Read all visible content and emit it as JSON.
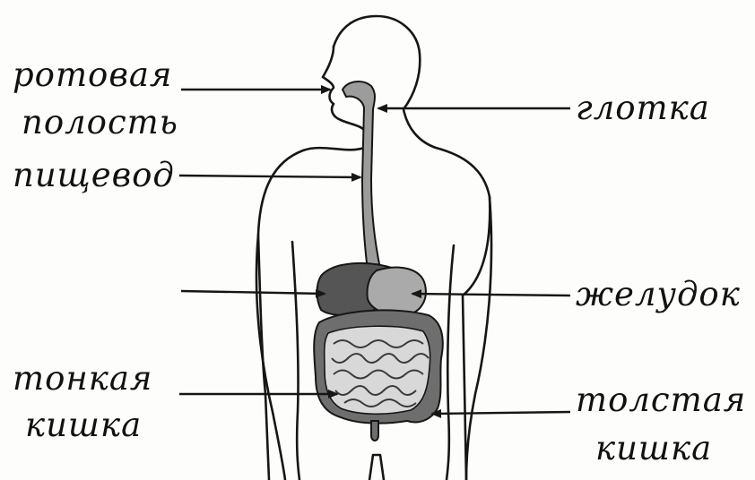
{
  "labels": {
    "mouth_line1": "ротовая",
    "mouth_line2": "полость",
    "pharynx": "глотка",
    "esophagus": "пищевод",
    "stomach": "желудок",
    "small_intestine_line1": "тонкая",
    "small_intestine_line2": "кишка",
    "large_intestine_line1": "толстая",
    "large_intestine_line2": "кишка"
  },
  "colors": {
    "outline": "#161616",
    "liver": "#555555",
    "stomach": "#aaaaaa",
    "esophagus": "#9c9c9c",
    "intestine": "#6e6e6e",
    "background": "#fdfdfb"
  }
}
